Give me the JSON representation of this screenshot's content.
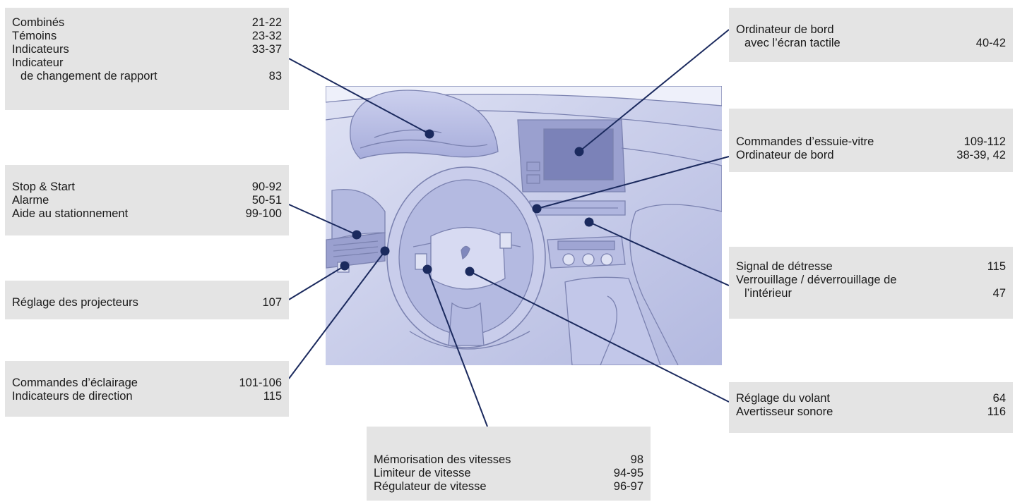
{
  "colors": {
    "box_bg": "#e4e4e4",
    "leader": "#1b2a5e",
    "illustration": "#c8cdea",
    "illustration_line": "#7b82b0"
  },
  "callouts": {
    "instruments": {
      "rows": [
        {
          "label": "Combinés",
          "pages": "21-22"
        },
        {
          "label": "Témoins",
          "pages": "23-32"
        },
        {
          "label": "Indicateurs",
          "pages": "33-37"
        },
        {
          "label": "Indicateur",
          "pages": ""
        },
        {
          "label": "de changement de rapport",
          "pages": "83",
          "indent": true
        }
      ]
    },
    "stop_start": {
      "rows": [
        {
          "label": "Stop & Start",
          "pages": "90-92"
        },
        {
          "label": "Alarme",
          "pages": "50-51"
        },
        {
          "label": "Aide au stationnement",
          "pages": "99-100"
        }
      ]
    },
    "headlamp": {
      "rows": [
        {
          "label": "Réglage des projecteurs",
          "pages": "107"
        }
      ]
    },
    "lighting": {
      "rows": [
        {
          "label": "Commandes d’éclairage",
          "pages": "101-106"
        },
        {
          "label": "Indicateurs de direction",
          "pages": "115"
        }
      ]
    },
    "speed": {
      "rows": [
        {
          "label": "Mémorisation des vitesses",
          "pages": "98"
        },
        {
          "label": "Limiteur de vitesse",
          "pages": "94-95"
        },
        {
          "label": "Régulateur de vitesse",
          "pages": "96-97"
        }
      ]
    },
    "trip_touch": {
      "rows": [
        {
          "label": "Ordinateur de bord",
          "pages": ""
        },
        {
          "label": "avec l’écran tactile",
          "pages": "40-42",
          "indent": true
        }
      ]
    },
    "wipers": {
      "rows": [
        {
          "label": "Commandes d’essuie-vitre",
          "pages": "109-112"
        },
        {
          "label": "Ordinateur de bord",
          "pages": "38-39, 42"
        }
      ]
    },
    "hazard": {
      "rows": [
        {
          "label": "Signal de détresse",
          "pages": "115"
        },
        {
          "label": "Verrouillage / déverrouillage de",
          "pages": ""
        },
        {
          "label": "l’intérieur",
          "pages": "47",
          "indent": true
        }
      ]
    },
    "steering": {
      "rows": [
        {
          "label": "Réglage du volant",
          "pages": "64"
        },
        {
          "label": "Avertisseur sonore",
          "pages": "116"
        }
      ]
    }
  }
}
